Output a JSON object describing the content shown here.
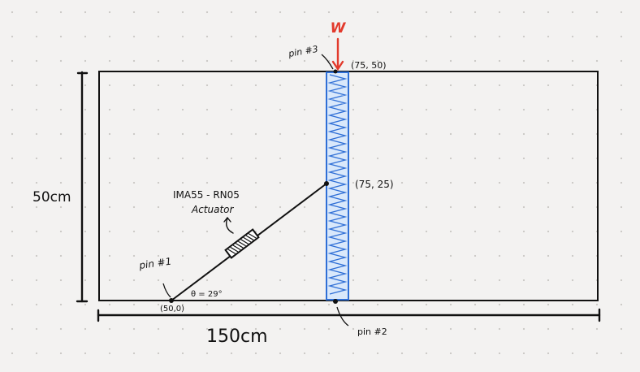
{
  "labels": {
    "load": "W",
    "pin3": "pin #3",
    "top_coord": "(75, 50)",
    "mid_coord": "(75, 25)",
    "actuator_model": "IMA55 - RN05",
    "actuator_word": "Actuator",
    "pin1": "pin #1",
    "angle": "θ = 29°",
    "origin_coord": "(50,0)",
    "pin2": "pin #2",
    "height_dim": "50cm",
    "width_dim": "150cm"
  },
  "colors": {
    "ink": "#111111",
    "load_arrow": "#e23a2c",
    "spring": "#2f6fd6",
    "spring_fill": "#d9e8fb",
    "grid_dot": "#c9c7c4",
    "background": "#f3f2f1"
  }
}
